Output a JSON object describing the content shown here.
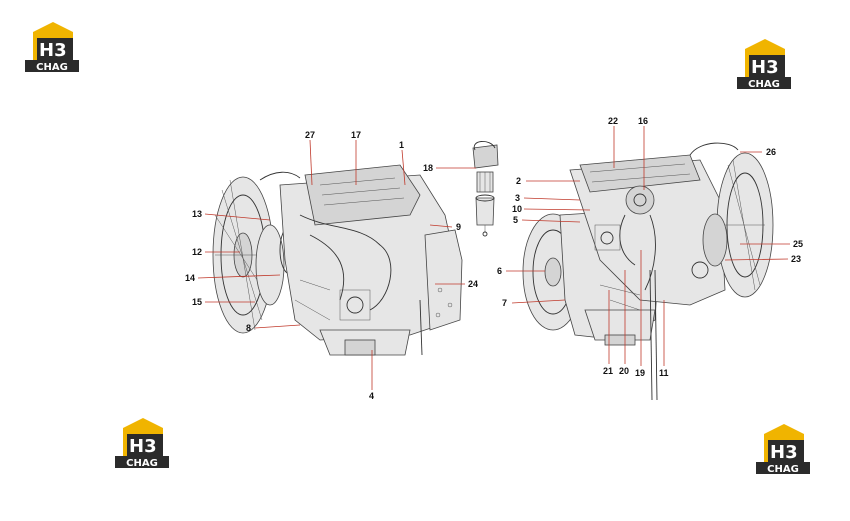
{
  "logos": [
    {
      "id": "logo-top-left",
      "brand": "H3",
      "caption": "CHAG"
    },
    {
      "id": "logo-top-right",
      "brand": "H3",
      "caption": "CHAG"
    },
    {
      "id": "logo-bottom-left",
      "brand": "H3",
      "caption": "CHAG"
    },
    {
      "id": "logo-bottom-right",
      "brand": "H3",
      "caption": "CHAG"
    }
  ],
  "colors": {
    "logo_gold": "#f0b400",
    "logo_dark": "#2b2b2b",
    "leader_red": "#c0392b"
  },
  "callouts": [
    "1",
    "2",
    "3",
    "4",
    "5",
    "6",
    "7",
    "8",
    "9",
    "10",
    "11",
    "12",
    "13",
    "14",
    "15",
    "16",
    "17",
    "18",
    "19",
    "20",
    "21",
    "22",
    "23",
    "24",
    "25",
    "26",
    "27"
  ]
}
